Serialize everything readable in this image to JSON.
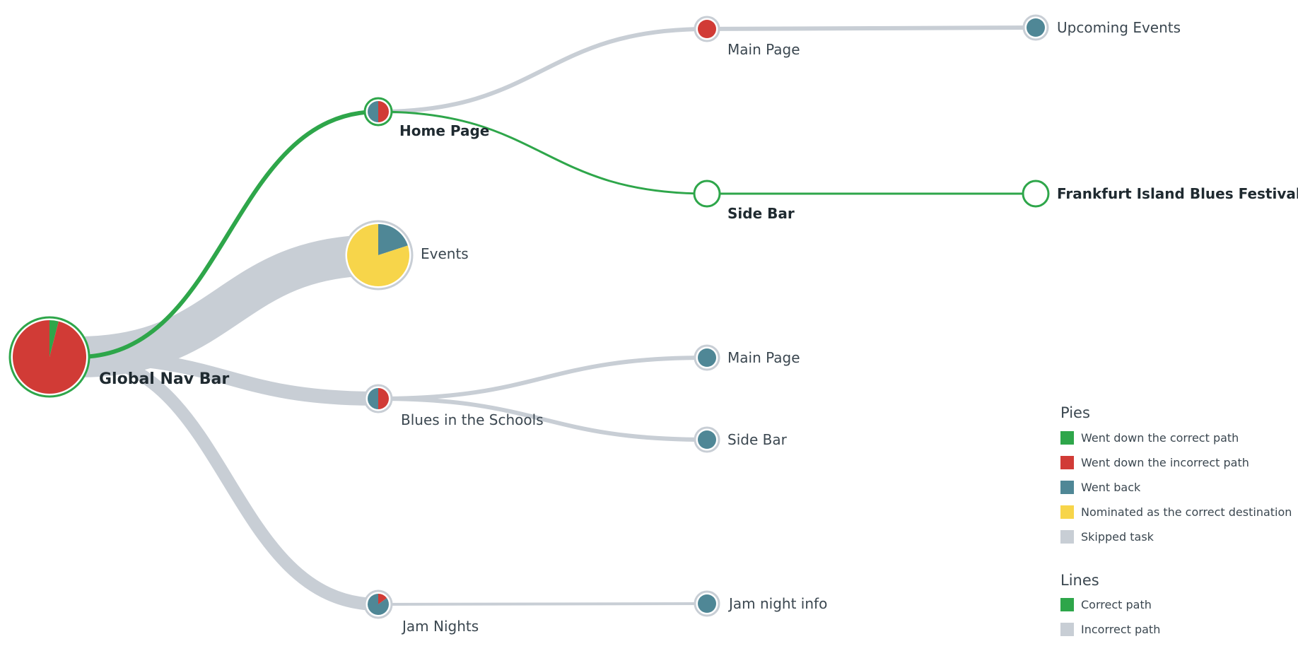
{
  "colors": {
    "correct": "#2ea64a",
    "incorrect": "#d13b36",
    "went_back": "#4f8796",
    "nominated": "#f7d54a",
    "skipped": "#c8ced5"
  },
  "nodes": [
    {
      "id": "global_nav_bar",
      "label": "Global Nav Bar",
      "on_correct_path": true,
      "pie": {
        "correct": 0.04,
        "incorrect": 0.96
      }
    },
    {
      "id": "home_page",
      "label": "Home Page",
      "on_correct_path": true,
      "pie": {
        "incorrect": 0.5,
        "went_back": 0.5
      }
    },
    {
      "id": "events",
      "label": "Events",
      "on_correct_path": false,
      "pie": {
        "went_back": 0.2,
        "nominated": 0.8
      }
    },
    {
      "id": "blues_in_the_schools",
      "label": "Blues in the Schools",
      "on_correct_path": false,
      "pie": {
        "incorrect": 0.5,
        "went_back": 0.5
      }
    },
    {
      "id": "jam_nights",
      "label": "Jam Nights",
      "on_correct_path": false,
      "pie": {
        "incorrect": 0.15,
        "went_back": 0.85
      }
    },
    {
      "id": "main_page_1",
      "label": "Main Page",
      "on_correct_path": false,
      "pie": {
        "incorrect": 1.0
      }
    },
    {
      "id": "side_bar_1",
      "label": "Side Bar",
      "on_correct_path": true,
      "pie": {}
    },
    {
      "id": "upcoming_events",
      "label": "Upcoming Events",
      "on_correct_path": false,
      "pie": {
        "went_back": 1.0
      }
    },
    {
      "id": "frankfurt_festival",
      "label": "Frankfurt Island Blues Festival",
      "on_correct_path": true,
      "pie": {}
    },
    {
      "id": "main_page_2",
      "label": "Main Page",
      "on_correct_path": false,
      "pie": {
        "went_back": 1.0
      }
    },
    {
      "id": "side_bar_2",
      "label": "Side Bar",
      "on_correct_path": false,
      "pie": {
        "went_back": 1.0
      }
    },
    {
      "id": "jam_night_info",
      "label": "Jam night info",
      "on_correct_path": false,
      "pie": {
        "went_back": 1.0
      }
    }
  ],
  "links": [
    {
      "from": "global_nav_bar",
      "to": "home_page",
      "path": "correct"
    },
    {
      "from": "global_nav_bar",
      "to": "events",
      "path": "incorrect"
    },
    {
      "from": "global_nav_bar",
      "to": "blues_in_the_schools",
      "path": "incorrect"
    },
    {
      "from": "global_nav_bar",
      "to": "jam_nights",
      "path": "incorrect"
    },
    {
      "from": "home_page",
      "to": "main_page_1",
      "path": "incorrect"
    },
    {
      "from": "home_page",
      "to": "side_bar_1",
      "path": "correct"
    },
    {
      "from": "main_page_1",
      "to": "upcoming_events",
      "path": "incorrect"
    },
    {
      "from": "side_bar_1",
      "to": "frankfurt_festival",
      "path": "correct"
    },
    {
      "from": "blues_in_the_schools",
      "to": "main_page_2",
      "path": "incorrect"
    },
    {
      "from": "blues_in_the_schools",
      "to": "side_bar_2",
      "path": "incorrect"
    },
    {
      "from": "jam_nights",
      "to": "jam_night_info",
      "path": "incorrect"
    }
  ],
  "legend": {
    "pies_title": "Pies",
    "pies_items": [
      {
        "label": "Went down the correct path",
        "color": "#2ea64a"
      },
      {
        "label": "Went down the incorrect path",
        "color": "#d13b36"
      },
      {
        "label": "Went back",
        "color": "#4f8796"
      },
      {
        "label": "Nominated as the correct destination",
        "color": "#f7d54a"
      },
      {
        "label": "Skipped task",
        "color": "#c8ced5"
      }
    ],
    "lines_title": "Lines",
    "lines_items": [
      {
        "label": "Correct path",
        "color": "#2ea64a"
      },
      {
        "label": "Incorrect path",
        "color": "#c8ced5"
      }
    ]
  }
}
